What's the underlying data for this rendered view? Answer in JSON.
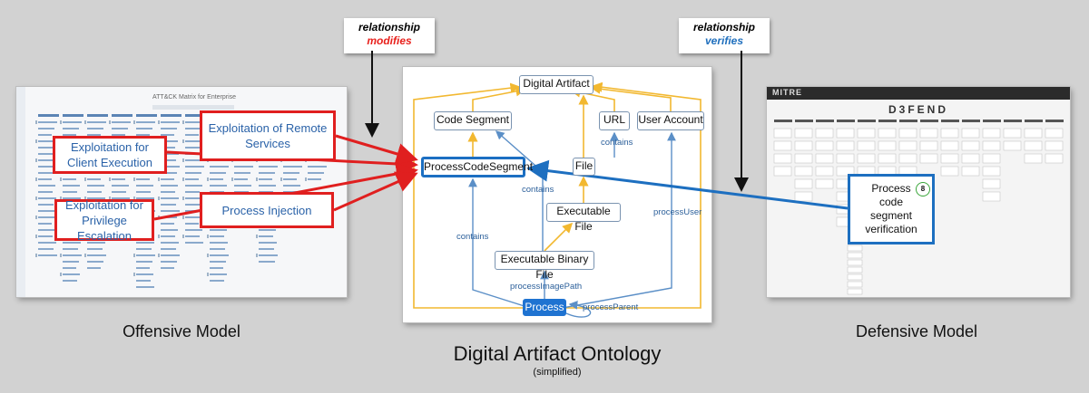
{
  "relationships": {
    "modifies": {
      "word": "relationship",
      "verb": "modifies"
    },
    "verifies": {
      "word": "relationship",
      "verb": "verifies"
    }
  },
  "offensive_model": {
    "caption": "Offensive Model",
    "header_text": "ATT&CK Matrix for Enterprise",
    "techniques": [
      {
        "label": "Exploitation for Client Execution"
      },
      {
        "label": "Exploitation of Remote Services"
      },
      {
        "label": "Exploitation for Privilege Escalation"
      },
      {
        "label": "Process Injection"
      }
    ]
  },
  "ontology": {
    "caption": "Digital Artifact Ontology",
    "subcaption": "(simplified)",
    "nodes": {
      "digital_artifact": "Digital Artifact",
      "code_segment": "Code Segment",
      "url": "URL",
      "user_account": "User Account",
      "process_code_segment": "ProcessCodeSegment",
      "file": "File",
      "executable_file": "Executable File",
      "executable_binary_file": "Executable Binary File",
      "process": "Process"
    },
    "edge_labels": {
      "contains_url": "contains",
      "contains_pcs": "contains",
      "contains_left": "contains",
      "process_user": "processUser",
      "process_image_path": "processImagePath",
      "process_parent": "processParent"
    }
  },
  "defensive_model": {
    "caption": "Defensive Model",
    "logo_text": "MITRE",
    "title_text": "D3FEND",
    "technique": {
      "label": "Process code segment verification",
      "badge": "8"
    }
  },
  "colors": {
    "attack_red": "#e01f1f",
    "defend_blue": "#1d6fc0",
    "subclass_yellow": "#f2b830",
    "property_blue": "#5b8fc7"
  }
}
